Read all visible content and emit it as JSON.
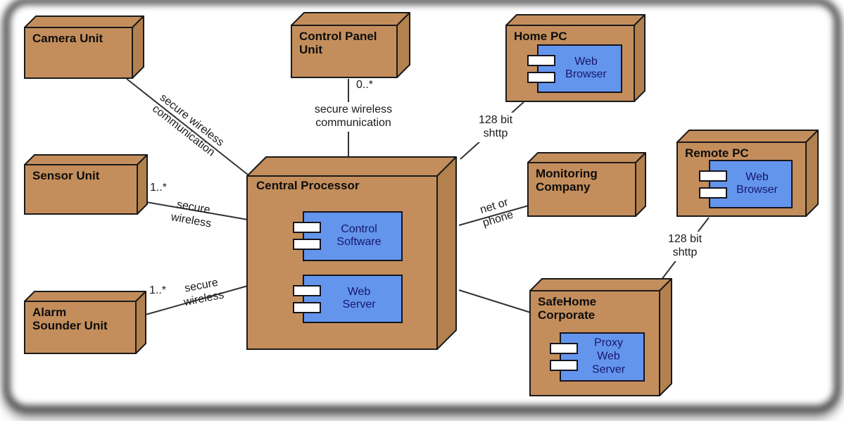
{
  "diagram_type": "UML deployment diagram",
  "nodes": {
    "camera_unit": {
      "label": "Camera Unit"
    },
    "control_panel_unit": {
      "label": "Control Panel\nUnit"
    },
    "home_pc": {
      "label": "Home PC",
      "component": "Web\nBrowser"
    },
    "sensor_unit": {
      "label": "Sensor Unit"
    },
    "central_processor": {
      "label": "Central Processor",
      "components": [
        "Control\nSoftware",
        "Web\nServer"
      ]
    },
    "monitoring_company": {
      "label": "Monitoring\nCompany"
    },
    "remote_pc": {
      "label": "Remote PC",
      "component": "Web\nBrowser"
    },
    "alarm_sounder_unit": {
      "label": "Alarm\nSounder Unit"
    },
    "safehome_corporate": {
      "label": "SafeHome\nCorporate",
      "component": "Proxy\nWeb\nServer"
    }
  },
  "connections": {
    "camera_to_central": {
      "lines": [
        "secure wireless",
        "communication"
      ]
    },
    "control_panel_to_central": {
      "multiplicity": "0..*",
      "lines": [
        "secure wireless",
        "communication"
      ]
    },
    "home_pc_to_central": {
      "lines": [
        "128 bit",
        "shttp"
      ]
    },
    "sensor_to_central": {
      "multiplicity": "1..*",
      "lines": [
        "secure",
        "wireless"
      ]
    },
    "alarm_to_central": {
      "multiplicity": "1..*",
      "lines": [
        "secure",
        "wireless"
      ]
    },
    "central_to_monitoring": {
      "lines": [
        "net or",
        "phone"
      ]
    },
    "central_to_safehome": {
      "lines": []
    },
    "remote_pc_to_safehome": {
      "lines": [
        "128 bit",
        "shttp"
      ]
    }
  },
  "colors": {
    "node_fill": "#C48E5C",
    "node_side": "#B3814E",
    "node_stroke": "#1a1a1a",
    "component_fill": "#6495ED",
    "component_stroke": "#14141e",
    "component_text": "#16166B",
    "label_text": "#0d0d0d",
    "wire": "#333333",
    "frame": "#3e3e3e"
  }
}
